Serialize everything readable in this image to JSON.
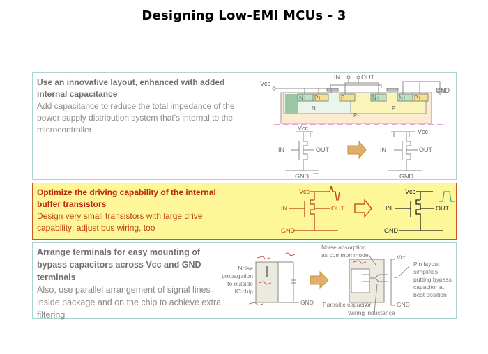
{
  "page_title": "Designing Low-EMI MCUs - 3",
  "panels": [
    {
      "heading": [
        "Use an innovative layout, enhanced with added",
        "internal capacitance"
      ],
      "body": [
        "Add capacitance to reduce the total impedance of the",
        "power supply distribution system that's internal to the",
        "microcontroller"
      ],
      "highlighted": false,
      "diagram": {
        "cross_section_labels": {
          "vcc": "Vcc",
          "in": "IN",
          "out": "OUT",
          "gnd": "GND",
          "regions": [
            "N+",
            "P+",
            "P+",
            "N+",
            "N+",
            "P+",
            "N",
            "P",
            "P-"
          ]
        },
        "before_labels": {
          "vcc": "Vcc",
          "in": "IN",
          "out": "OUT",
          "gnd": "GND"
        },
        "after_labels": {
          "vcc": "Vcc",
          "in": "IN",
          "out": "OUT",
          "gnd": "GND"
        }
      }
    },
    {
      "heading": [
        "Optimize the driving capability of the internal",
        "buffer transistors"
      ],
      "body": [
        "Design very small transistors with large drive",
        "capability; adjust bus wiring, too"
      ],
      "highlighted": true,
      "diagram": {
        "before_labels": {
          "vcc": "Vcc",
          "in": "IN",
          "out": "OUT",
          "gnd": "GND"
        },
        "after_labels": {
          "vcc": "Vcc",
          "in": "IN",
          "out": "OUT",
          "gnd": "GND"
        }
      }
    },
    {
      "heading": [
        "Arrange terminals for easy mounting of",
        "bypass capacitors across Vcc and GND",
        "terminals"
      ],
      "body": [
        "Also, use parallel arrangement of signal lines",
        "inside package and on the chip to achieve extra",
        "filtering"
      ],
      "highlighted": false,
      "diagram": {
        "left_label": [
          "Noise",
          "propagation",
          "to outside",
          "IC chip"
        ],
        "left_gnd": "GND",
        "top_label": [
          "Noise absorption",
          "as common mode"
        ],
        "right_vcc": "Vcc",
        "right_gnd": "GND",
        "pin_label": [
          "Pin layout",
          "simplifies",
          "putting bypass",
          "capacitor at",
          "best position"
        ],
        "parasitic": "Parasitic capacitor",
        "wiring": "Wiring inductance"
      }
    }
  ],
  "colors": {
    "panel_border": "#a9d4d2",
    "highlight_bg": "#fdf79a",
    "highlight_border": "#c85a2a",
    "highlight_text": "#c0250a",
    "arrow_fill": "#e0b06a",
    "noise_red": "#d9534f",
    "clean_wave": "#3aa57a"
  }
}
